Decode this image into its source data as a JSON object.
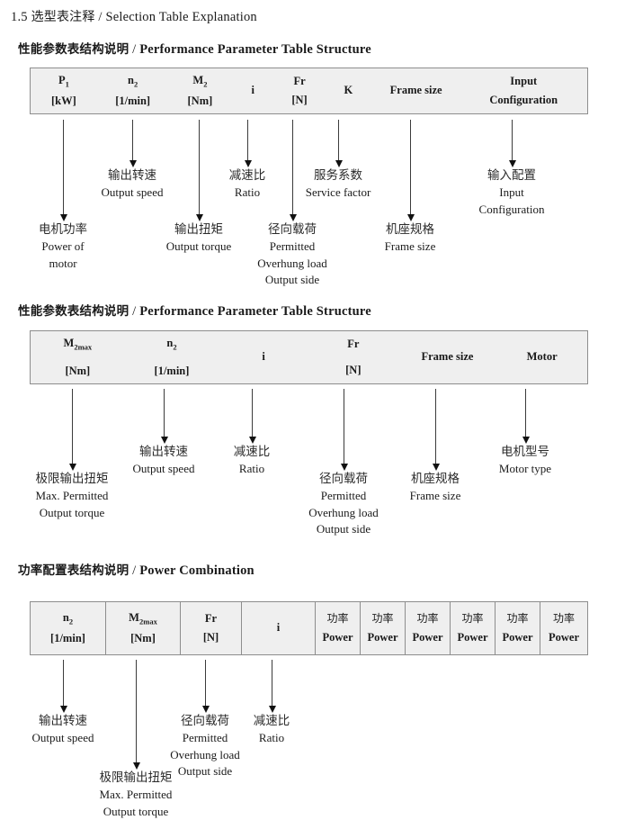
{
  "document": {
    "section_number": "1.5",
    "title_cn": "选型表注释",
    "title_sep": "/",
    "title_en": "Selection Table Explanation"
  },
  "sections": [
    {
      "id": "performance-parameter-1",
      "heading_cn": "性能参数表结构说明",
      "heading_sep": "/",
      "heading_en": "Performance Parameter Table Structure",
      "table": {
        "columns": [
          {
            "symbol": "P",
            "sub": "1",
            "unit": "[kW]"
          },
          {
            "symbol": "n",
            "sub": "2",
            "unit": "[1/min]"
          },
          {
            "symbol": "M",
            "sub": "2",
            "unit": "[Nm]"
          },
          {
            "symbol": "i",
            "sub": "",
            "unit": ""
          },
          {
            "symbol": "Fr",
            "sub": "",
            "unit": "[N]"
          },
          {
            "symbol": "K",
            "sub": "",
            "unit": ""
          },
          {
            "symbol": "Frame size",
            "sub": "",
            "unit": ""
          },
          {
            "symbol": "Input",
            "sub": "",
            "unit": "Configuration"
          }
        ]
      },
      "notes": [
        {
          "cn": "电机功率",
          "en": [
            "Power of",
            "motor"
          ]
        },
        {
          "cn": "输出转速",
          "en": [
            "Output speed"
          ]
        },
        {
          "cn": "输出扭矩",
          "en": [
            "Output torque"
          ]
        },
        {
          "cn": "减速比",
          "en": [
            "Ratio"
          ]
        },
        {
          "cn": "径向载荷",
          "en": [
            "Permitted",
            "Overhung load",
            "Output side"
          ]
        },
        {
          "cn": "服务系数",
          "en": [
            "Service factor"
          ]
        },
        {
          "cn": "机座规格",
          "en": [
            "Frame size"
          ]
        },
        {
          "cn": "输入配置",
          "en": [
            "Input",
            "Configuration"
          ]
        }
      ]
    },
    {
      "id": "performance-parameter-2",
      "heading_cn": "性能参数表结构说明",
      "heading_sep": "/",
      "heading_en": "Performance Parameter Table Structure",
      "table": {
        "columns": [
          {
            "symbol": "M",
            "sub": "2max",
            "unit": "[Nm]"
          },
          {
            "symbol": "n",
            "sub": "2",
            "unit": "[1/min]"
          },
          {
            "symbol": "i",
            "sub": "",
            "unit": ""
          },
          {
            "symbol": "Fr",
            "sub": "",
            "unit": "[N]"
          },
          {
            "symbol": "Frame size",
            "sub": "",
            "unit": ""
          },
          {
            "symbol": "Motor",
            "sub": "",
            "unit": ""
          }
        ]
      },
      "notes": [
        {
          "cn": "极限输出扭矩",
          "en": [
            "Max. Permitted",
            "Output  torque"
          ]
        },
        {
          "cn": "输出转速",
          "en": [
            "Output speed"
          ]
        },
        {
          "cn": "减速比",
          "en": [
            "Ratio"
          ]
        },
        {
          "cn": "径向载荷",
          "en": [
            "Permitted",
            "Overhung load",
            "Output side"
          ]
        },
        {
          "cn": "机座规格",
          "en": [
            "Frame size"
          ]
        },
        {
          "cn": "电机型号",
          "en": [
            "Motor type"
          ]
        }
      ]
    },
    {
      "id": "power-combination",
      "heading_cn": "功率配置表结构说明",
      "heading_sep": "/",
      "heading_en": "Power Combination",
      "table": {
        "columns": [
          {
            "symbol": "n",
            "sub": "2",
            "unit": "[1/min]"
          },
          {
            "symbol": "M",
            "sub": "2max",
            "unit": "[Nm]"
          },
          {
            "symbol": "Fr",
            "sub": "",
            "unit": "[N]"
          },
          {
            "symbol": "i",
            "sub": "",
            "unit": ""
          },
          {
            "symbol_cn": "功率",
            "unit": "Power"
          },
          {
            "symbol_cn": "功率",
            "unit": "Power"
          },
          {
            "symbol_cn": "功率",
            "unit": "Power"
          },
          {
            "symbol_cn": "功率",
            "unit": "Power"
          },
          {
            "symbol_cn": "功率",
            "unit": "Power"
          },
          {
            "symbol_cn": "功率",
            "unit": "Power"
          }
        ]
      },
      "notes": [
        {
          "cn": "输出转速",
          "en": [
            "Output speed"
          ]
        },
        {
          "cn": "极限输出扭矩",
          "en": [
            "Max. Permitted",
            "Output  torque"
          ]
        },
        {
          "cn": "径向载荷",
          "en": [
            "Permitted",
            "Overhung load",
            "Output side"
          ]
        },
        {
          "cn": "减速比",
          "en": [
            "Ratio"
          ]
        }
      ]
    }
  ],
  "colors": {
    "table_fill": "#efefef",
    "table_border": "#8d8d8d",
    "arrow": "#111111",
    "text": "#1a1a1a"
  }
}
